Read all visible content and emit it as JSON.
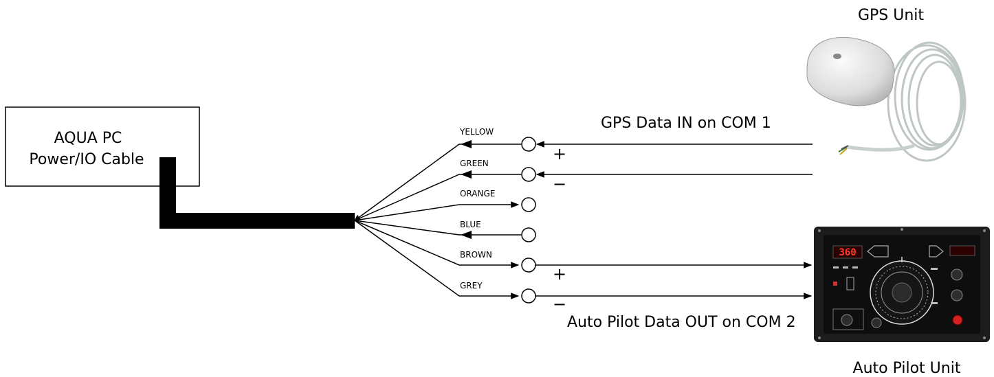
{
  "box": {
    "line1": "AQUA PC",
    "line2": "Power/IO Cable"
  },
  "wires": [
    {
      "label": "YELLOW"
    },
    {
      "label": "GREEN"
    },
    {
      "label": "ORANGE"
    },
    {
      "label": "BLUE"
    },
    {
      "label": "BROWN"
    },
    {
      "label": "GREY"
    }
  ],
  "gps": {
    "title": "GPS Unit",
    "data_label": "GPS Data IN on COM 1",
    "plus": "+",
    "minus": "−"
  },
  "autopilot": {
    "title": "Auto Pilot Unit",
    "data_label": "Auto Pilot Data OUT on COM 2",
    "plus": "+",
    "minus": "−",
    "display_left": "360"
  }
}
